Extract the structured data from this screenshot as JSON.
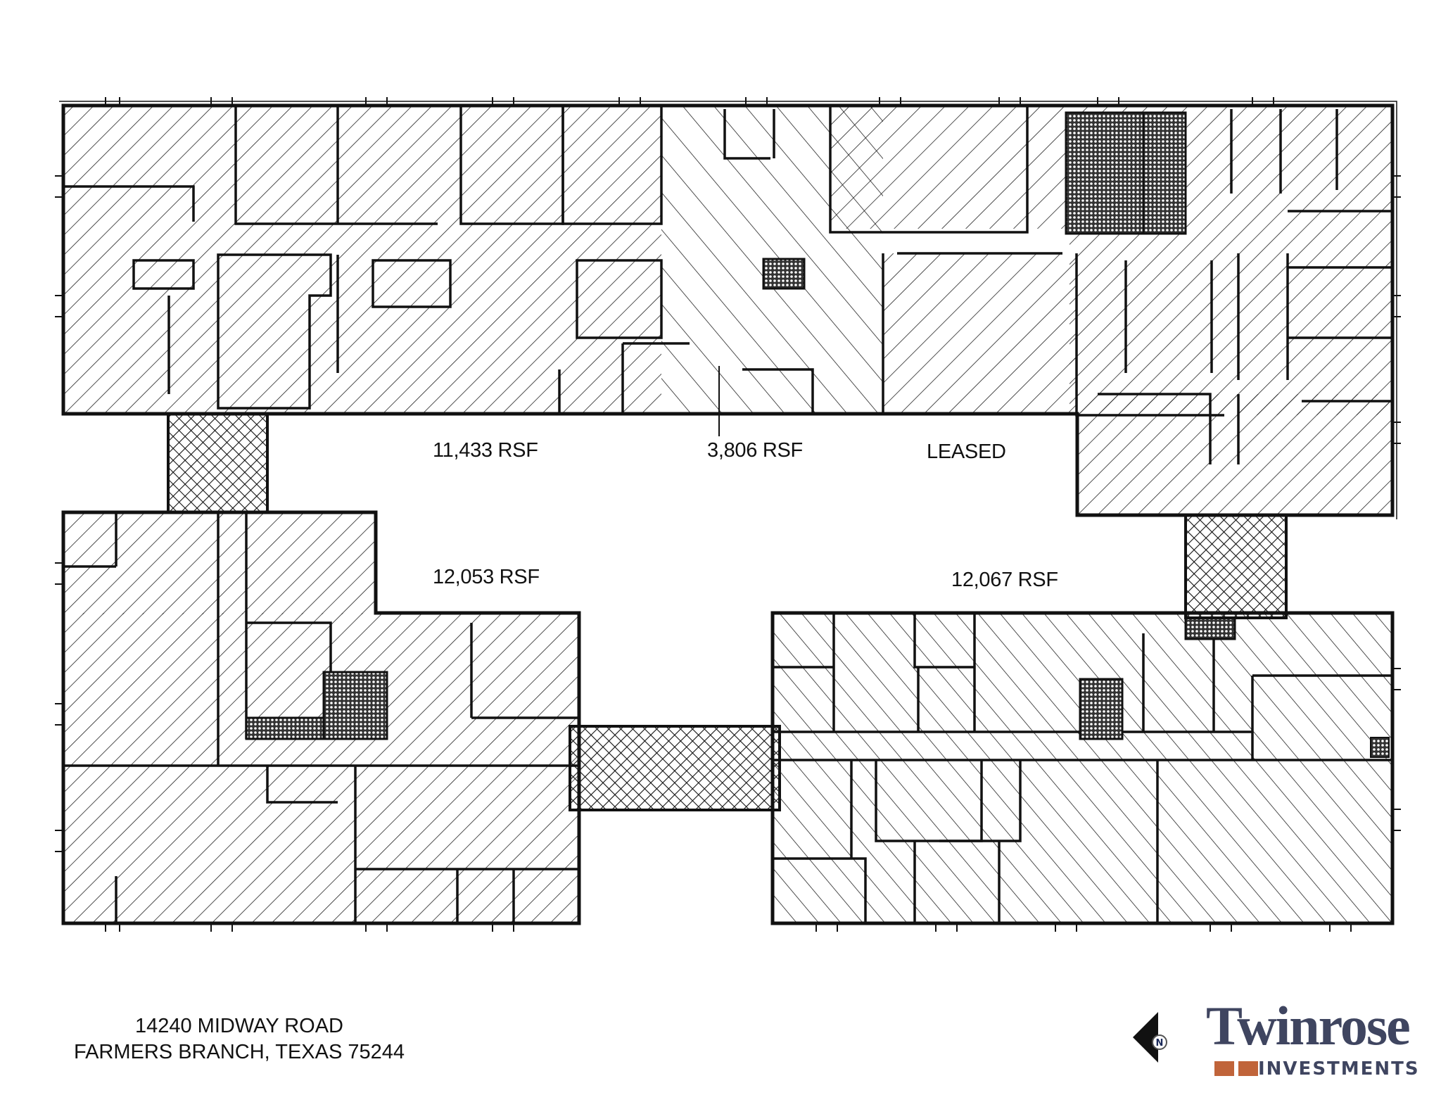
{
  "document": {
    "type": "floor plan",
    "address": {
      "line1": "14240 MIDWAY ROAD",
      "line2": "FARMERS BRANCH, TEXAS  75244"
    },
    "suites": [
      {
        "id": "top-left",
        "label": "11,433 RSF",
        "status": "available",
        "hatch": "diagonal-right"
      },
      {
        "id": "top-middle",
        "label": "3,806 RSF",
        "status": "available",
        "hatch": "diagonal-left"
      },
      {
        "id": "top-right",
        "label": "LEASED",
        "status": "leased",
        "hatch": "diagonal-right"
      },
      {
        "id": "bottom-left",
        "label": "12,053 RSF",
        "status": "available",
        "hatch": "diagonal-right"
      },
      {
        "id": "bottom-right",
        "label": "12,067 RSF",
        "status": "available",
        "hatch": "diagonal-left"
      }
    ],
    "shared_areas": [
      {
        "id": "left-connector",
        "pattern": "crosshatch"
      },
      {
        "id": "center-connector",
        "pattern": "crosshatch"
      },
      {
        "id": "right-connector",
        "pattern": "crosshatch"
      },
      {
        "id": "core-rooms",
        "pattern": "dotted"
      }
    ],
    "compass": {
      "label": "N",
      "direction": "left"
    },
    "logo": {
      "name": "Twinrose",
      "subtitle": "INVESTMENTS",
      "text_color": "#3f4560",
      "accent_color": "#c0643a"
    }
  }
}
